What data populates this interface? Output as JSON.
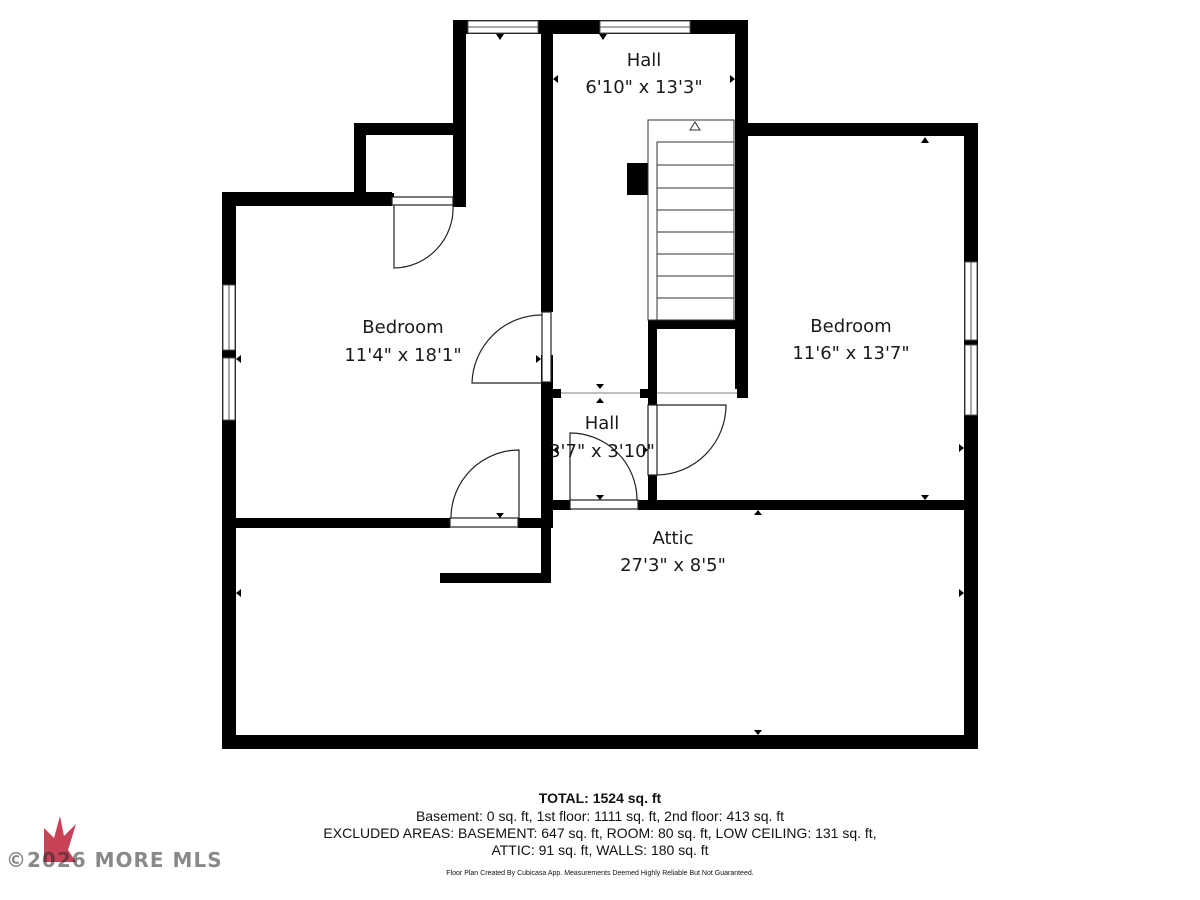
{
  "rooms": {
    "hall_top": {
      "name": "Hall",
      "dims": "6'10\" x 13'3\""
    },
    "bedroom_left": {
      "name": "Bedroom",
      "dims": "11'4\" x 18'1\""
    },
    "bedroom_right": {
      "name": "Bedroom",
      "dims": "11'6\" x 13'7\""
    },
    "hall_small": {
      "name": "Hall",
      "dims": "3'7\" x 3'10\""
    },
    "attic": {
      "name": "Attic",
      "dims": "27'3\" x 8'5\""
    }
  },
  "footer": {
    "total": "TOTAL: 1524 sq. ft",
    "line1": "Basement: 0 sq. ft, 1st floor: 1111 sq. ft, 2nd floor: 413 sq. ft",
    "line2": "EXCLUDED AREAS: BASEMENT: 647 sq. ft, ROOM: 80 sq. ft, LOW CEILING: 131 sq. ft,",
    "line3": "ATTIC: 91 sq. ft, WALLS: 180 sq. ft",
    "credit": "Floor Plan Created By Cubicasa App. Measurements Deemed Highly Reliable But Not Guaranteed."
  },
  "watermark": {
    "text": "©2026 MORE MLS"
  },
  "colors": {
    "wall": "#000000",
    "background": "#ffffff",
    "logo": "#c0223b"
  }
}
